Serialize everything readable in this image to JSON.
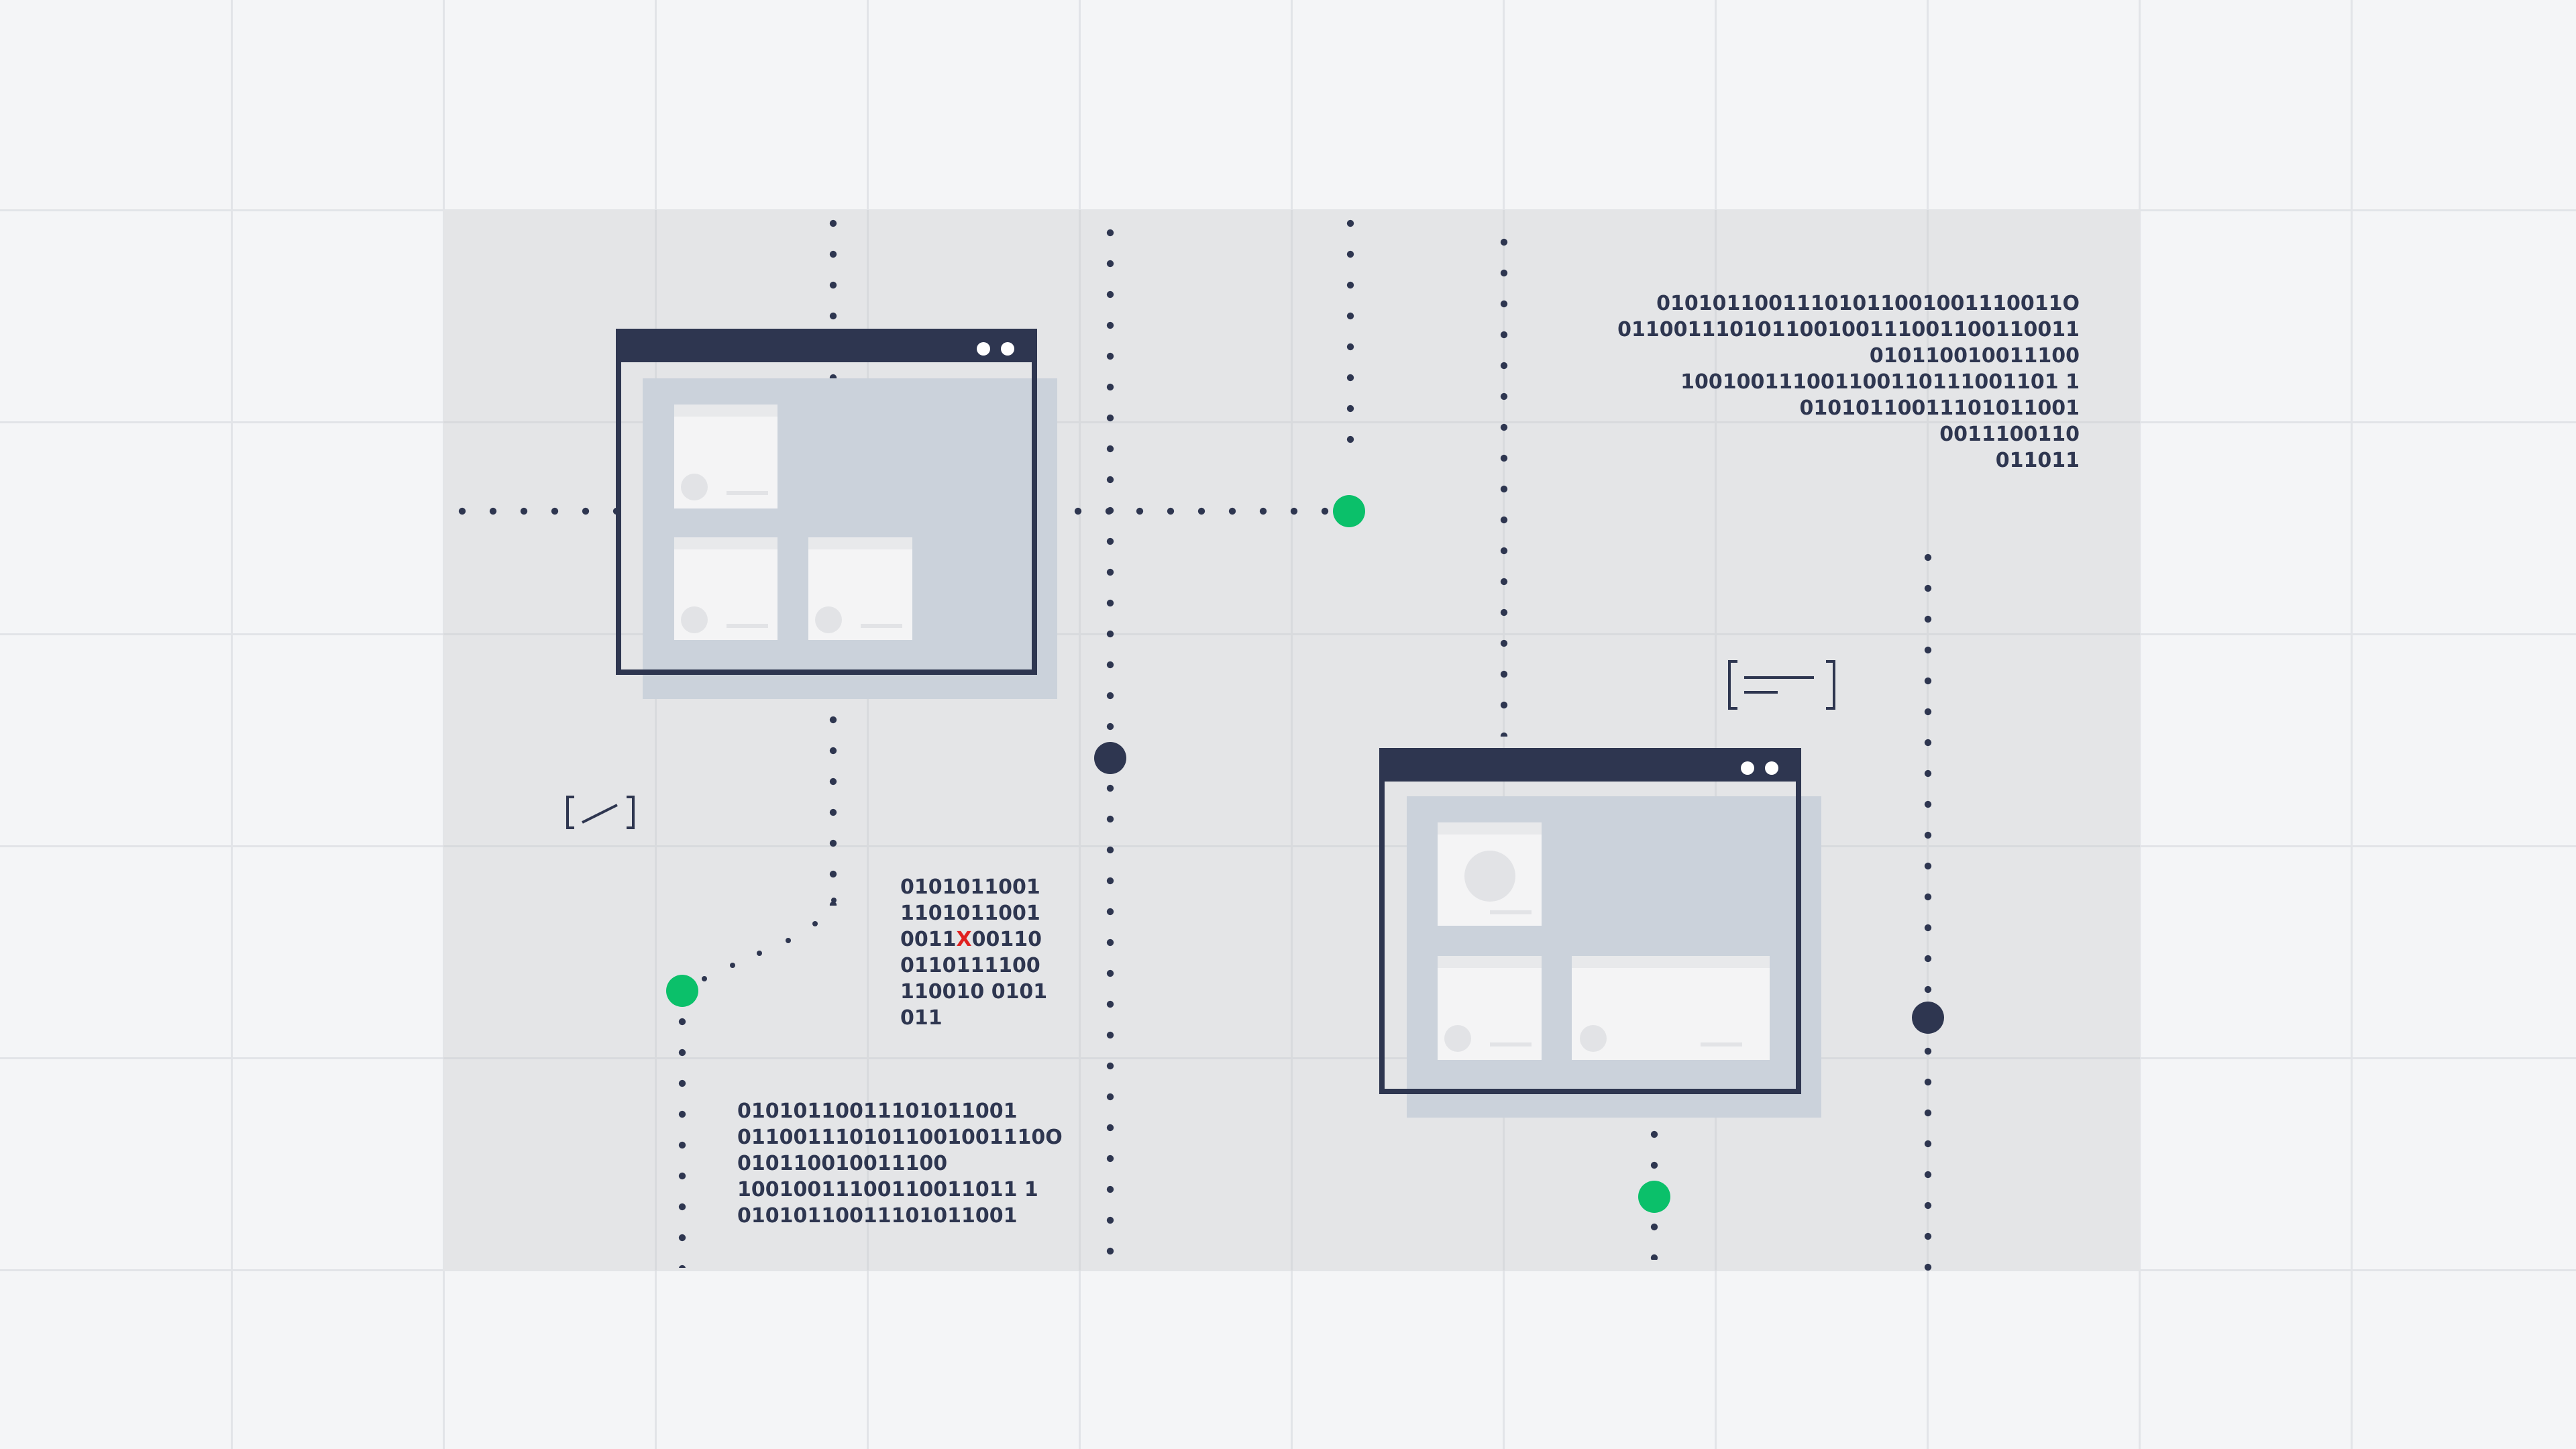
{
  "colors": {
    "background": "#f4f5f7",
    "panel": "#e4e5e7",
    "gridline": "#e2e4e8",
    "navy": "#2e3650",
    "green": "#0bc06a",
    "highlight": "#e02020",
    "window_shadow": "#cbd2db",
    "card": "#f4f4f5"
  },
  "icons": {
    "window_controls": "two-white-dots",
    "bracket_slash": "bracket-slash-icon",
    "bracket_lines": "bracket-lines-icon"
  },
  "binary": {
    "top_right": [
      "01010110011101011001001110011O",
      "011001110101100100111001100110011",
      "010110010011100",
      "100100111001100110111001101 1",
      "01010110011101011001",
      "0011100110",
      "011011"
    ],
    "middle": {
      "line1": "0101011001",
      "line2": "1101011001",
      "line3_pre": "0011",
      "line3_mark": "X",
      "line3_post": "00110",
      "line4": "0110111100",
      "line5": "110010 0101",
      "line6": "011"
    },
    "bottom": [
      "01010110011101011001",
      "0110011101011001001110O",
      "010110010011100",
      "10010011100110011011 1",
      "01010110011101011001"
    ]
  }
}
